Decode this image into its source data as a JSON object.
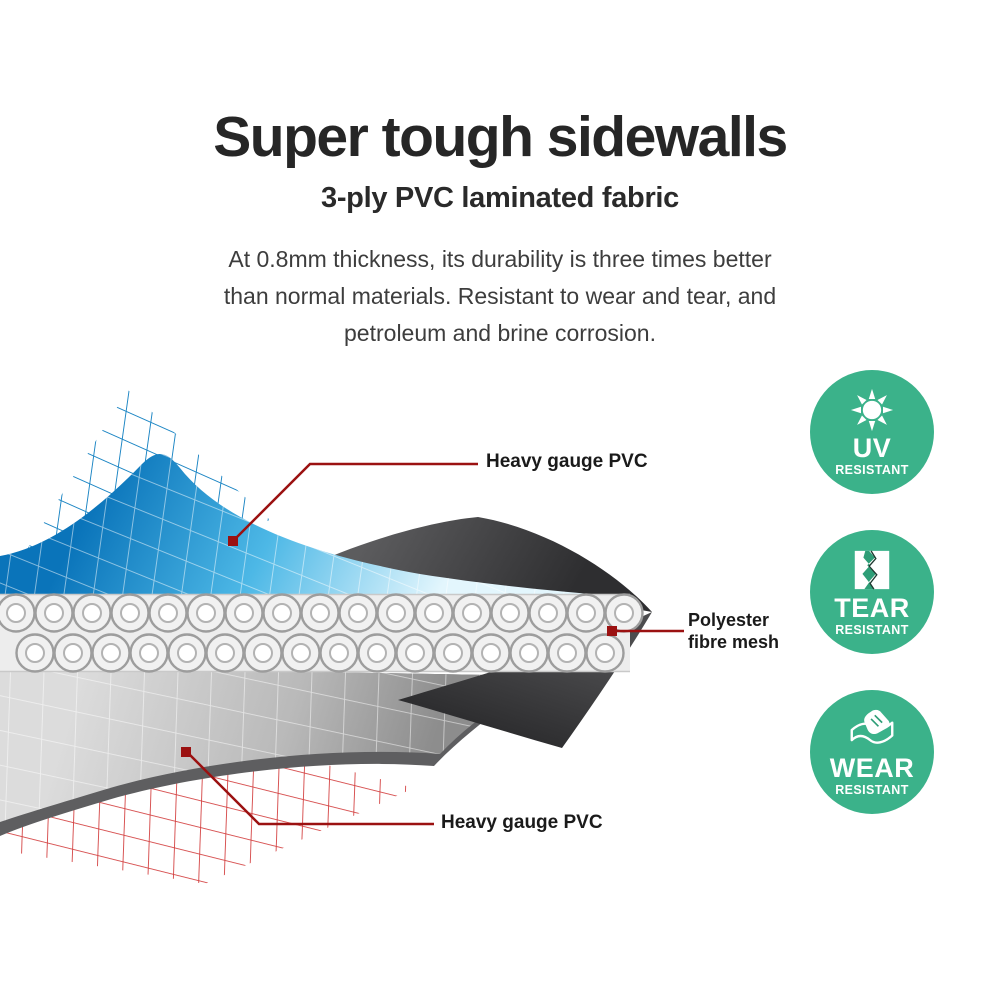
{
  "header": {
    "title": "Super tough sidewalls",
    "subtitle": "3-ply PVC laminated fabric",
    "description": "At 0.8mm thickness, its durability is three times better than normal materials. Resistant to wear and tear, and petroleum and brine corrosion."
  },
  "diagram": {
    "callouts": {
      "top": "Heavy gauge PVC",
      "middle_line1": "Polyester",
      "middle_line2": "fibre mesh",
      "bottom": "Heavy gauge PVC"
    }
  },
  "badges": [
    {
      "title": "UV",
      "subtitle": "RESISTANT",
      "icon": "sun-icon"
    },
    {
      "title": "TEAR",
      "subtitle": "RESISTANT",
      "icon": "tear-icon"
    },
    {
      "title": "WEAR",
      "subtitle": "RESISTANT",
      "icon": "wear-icon"
    }
  ],
  "colors": {
    "badge_green": "#3bb28a",
    "callout_red": "#9b1111",
    "mesh_blue": "#1d86c4",
    "mesh_red": "#d34040",
    "layer_dark_grey": "#3c3c3e",
    "layer_light_grey": "#c4c4c4"
  }
}
